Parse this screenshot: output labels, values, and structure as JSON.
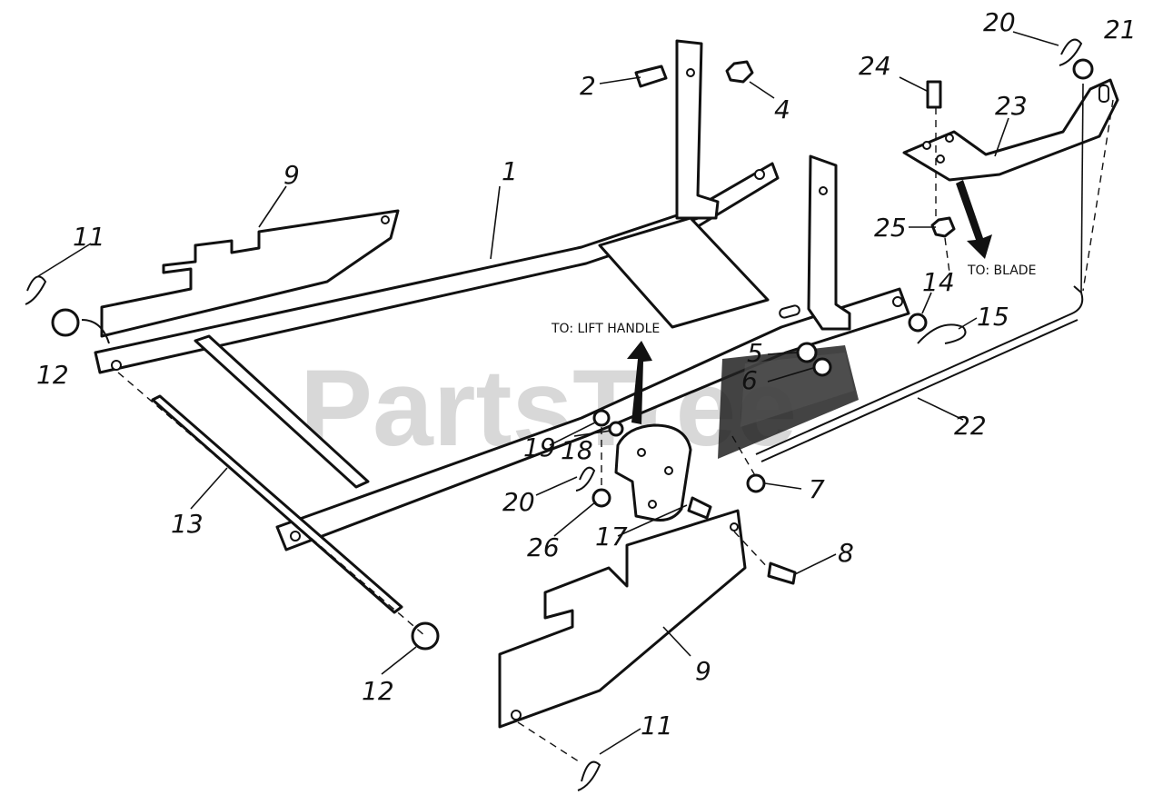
{
  "watermark": "PartsTree",
  "notes": {
    "lift_handle": "TO: LIFT HANDLE",
    "blade": "TO: BLADE"
  },
  "callouts": {
    "c1": "1",
    "c2": "2",
    "c4": "4",
    "c5": "5",
    "c6": "6",
    "c7": "7",
    "c8": "8",
    "c9a": "9",
    "c9b": "9",
    "c11a": "11",
    "c11b": "11",
    "c12a": "12",
    "c12b": "12",
    "c13": "13",
    "c14": "14",
    "c15": "15",
    "c17": "17",
    "c18": "18",
    "c19": "19",
    "c20a": "20",
    "c20b": "20",
    "c21": "21",
    "c22": "22",
    "c23": "23",
    "c24": "24",
    "c25": "25",
    "c26": "26"
  }
}
